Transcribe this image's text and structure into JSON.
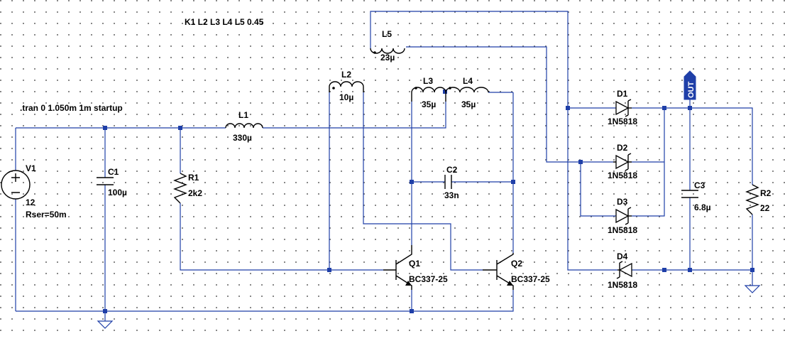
{
  "directives": {
    "coupling": "K1 L2 L3 L4 L5 0.45",
    "tran": ".tran 0 1.050m 1m startup"
  },
  "components": {
    "V1": {
      "name": "V1",
      "value": "12",
      "extra": "Rser=50m"
    },
    "C1": {
      "name": "C1",
      "value": "100µ"
    },
    "R1": {
      "name": "R1",
      "value": "2k2"
    },
    "L1": {
      "name": "L1",
      "value": "330µ"
    },
    "L2": {
      "name": "L2",
      "value": "10µ"
    },
    "L3": {
      "name": "L3",
      "value": "35µ"
    },
    "L4": {
      "name": "L4",
      "value": "35µ"
    },
    "L5": {
      "name": "L5",
      "value": "23µ"
    },
    "C2": {
      "name": "C2",
      "value": "33n"
    },
    "Q1": {
      "name": "Q1",
      "value": "BC337-25"
    },
    "Q2": {
      "name": "Q2",
      "value": "BC337-25"
    },
    "D1": {
      "name": "D1",
      "value": "1N5818"
    },
    "D2": {
      "name": "D2",
      "value": "1N5818"
    },
    "D3": {
      "name": "D3",
      "value": "1N5818"
    },
    "D4": {
      "name": "D4",
      "value": "1N5818"
    },
    "C3": {
      "name": "C3",
      "value": "6.8µ"
    },
    "R2": {
      "name": "R2",
      "value": "22"
    }
  },
  "net_labels": {
    "out": "OUT"
  },
  "colors": {
    "wire": "#1f3fa8",
    "symbol": "#000000",
    "grid_dot": "#6a6a6a",
    "background": "#ffffff"
  }
}
